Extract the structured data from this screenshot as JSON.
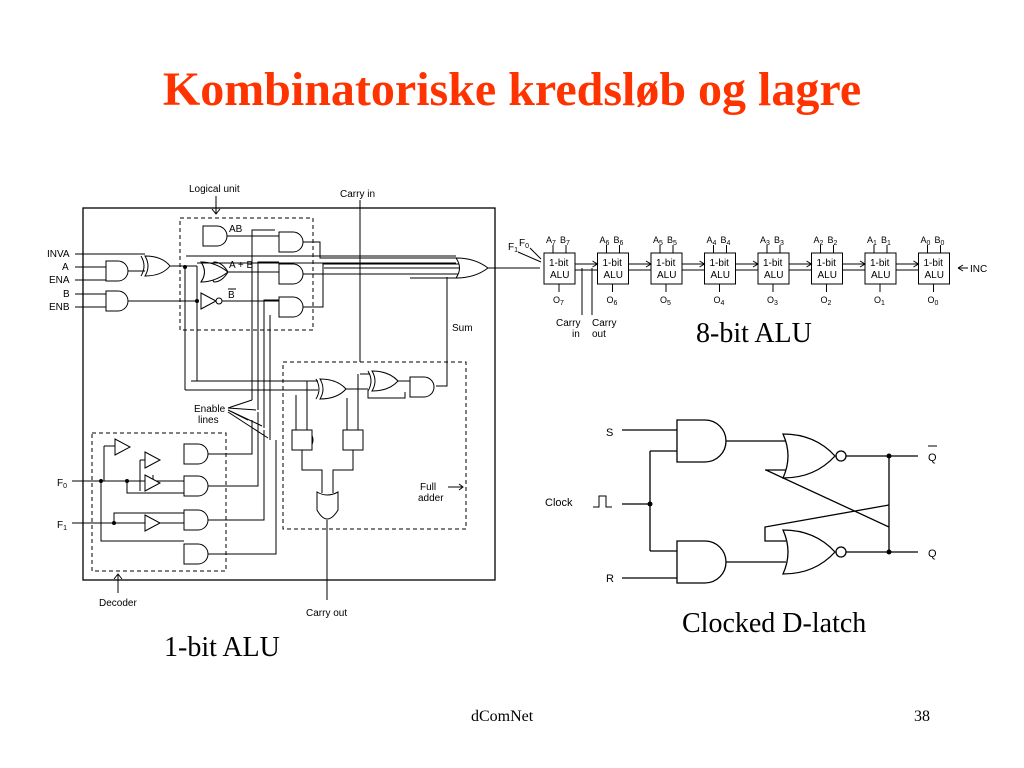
{
  "slide": {
    "title": "Kombinatoriske kredsløb og lagre",
    "footer_center": "dComNet",
    "page_number": "38"
  },
  "alu1": {
    "caption": "1-bit ALU",
    "logical_unit": "Logical unit",
    "carry_in": "Carry in",
    "carry_out": "Carry out",
    "sum": "Sum",
    "enable_lines": [
      "Enable",
      "lines"
    ],
    "full_adder": [
      "Full",
      "adder"
    ],
    "decoder": "Decoder",
    "inputs": [
      "INVA",
      "A",
      "ENA",
      "B",
      "ENB"
    ],
    "gate_ab": "AB",
    "gate_a_plus_b": "A + B",
    "gate_b_bar": "B",
    "f0": "F",
    "f0_sub": "0",
    "f1": "F",
    "f1_sub": "1"
  },
  "alu8": {
    "caption": "8-bit ALU",
    "cell_label": [
      "1-bit",
      "ALU"
    ],
    "inc": "INC",
    "carry_in": [
      "Carry",
      "in"
    ],
    "carry_out": [
      "Carry",
      "out"
    ],
    "f1": "F",
    "f1_sub": "1",
    "f0": "F",
    "f0_sub": "0",
    "bits": [
      7,
      6,
      5,
      4,
      3,
      2,
      1,
      0
    ],
    "a_prefix": "A",
    "b_prefix": "B",
    "o_prefix": "O"
  },
  "latch": {
    "caption": "Clocked D-latch",
    "s": "S",
    "r": "R",
    "clock": "Clock",
    "q_bar": "Q",
    "q": "Q"
  }
}
